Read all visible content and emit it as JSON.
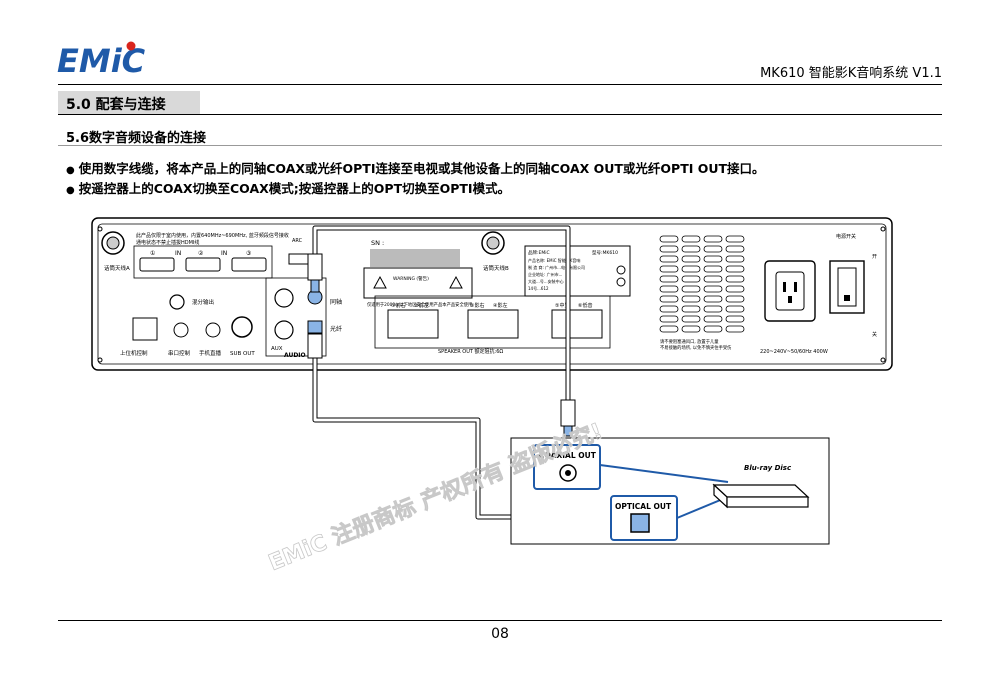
{
  "header": {
    "logo_text": "EMiC",
    "product_title": "MK610 智能影K音响系统 V1.1"
  },
  "section": {
    "title": "5.0 配套与连接"
  },
  "subsection": {
    "title": "5.6数字音频设备的连接"
  },
  "bullets": [
    "使用数字线缆，将本产品上的同轴COAX或光纤OPTI连接至电视或其他设备上的同轴COAX OUT或光纤OPTI OUT接口。",
    "按遥控器上的COAX切换至COAX模式;按遥控器上的OPT切换至OPTI模式。"
  ],
  "panel": {
    "wireless_a": "话筒天线A",
    "wireless_b": "话筒天线B",
    "hdmi_note_1": "此产品仅限于室内使用，内置640MHz~690MHz, 蓝牙频段信号接收",
    "hdmi_note_2": "通电状态不禁止插拔HDMI线",
    "hdmi_1": "①",
    "hdmi_2": "②",
    "hdmi_3": "③",
    "hdmi_in": "IN",
    "arc": "ARC",
    "sn": "SN :",
    "warning": "WARNING (警告)",
    "voltage_note": "仅适用于2000m以下地区安全使用产品本产品安全使用",
    "sub_out_left": "混分输出",
    "coax_label": "同轴",
    "opti_label": "光纤",
    "aux": "AUX",
    "audio": "AUDIO",
    "port_labels": [
      "上位机控制",
      "串口控制",
      "手机直播",
      "SUB OUT"
    ],
    "spk_front_r": "①前右",
    "spk_front_l": "②前左",
    "spk_sur_r": "③影右",
    "spk_sur_l": "④影左",
    "spk_center": "⑤中置",
    "spk_sub": "⑥低音",
    "speaker_out": "SPEAKER OUT 额定阻抗:6Ω",
    "info_brand": "品牌:EMiC",
    "info_model": "型号:MK610",
    "info_1": "产品名称: EMiC 智能影K音响",
    "info_2": "制 造 商: 广州市...电子有限公司",
    "info_3": "企业地址: 广州市...",
    "info_4": "大道...号...安装中心",
    "info_5": "14号...612",
    "power_switch": "电源开关",
    "on": "开",
    "off": "关",
    "vent_note_1": "请不要阻塞通风口, 放置于儿童",
    "vent_note_2": "不易接触的场所, 以免不慎夹住手受伤",
    "power_rating": "220~240V~50/60Hz 400W"
  },
  "device": {
    "coaxial_out": "COAXIAL OUT",
    "optical_out": "OPTICAL OUT",
    "bluray_logo": "Blu-ray Disc"
  },
  "watermark": "EMiC 注册商标 产权所有 盗版必究!",
  "page_number": "08",
  "colors": {
    "accent": "#1f5aa8",
    "logo_red": "#d9241c",
    "section_bar": "#d9d9d9"
  }
}
